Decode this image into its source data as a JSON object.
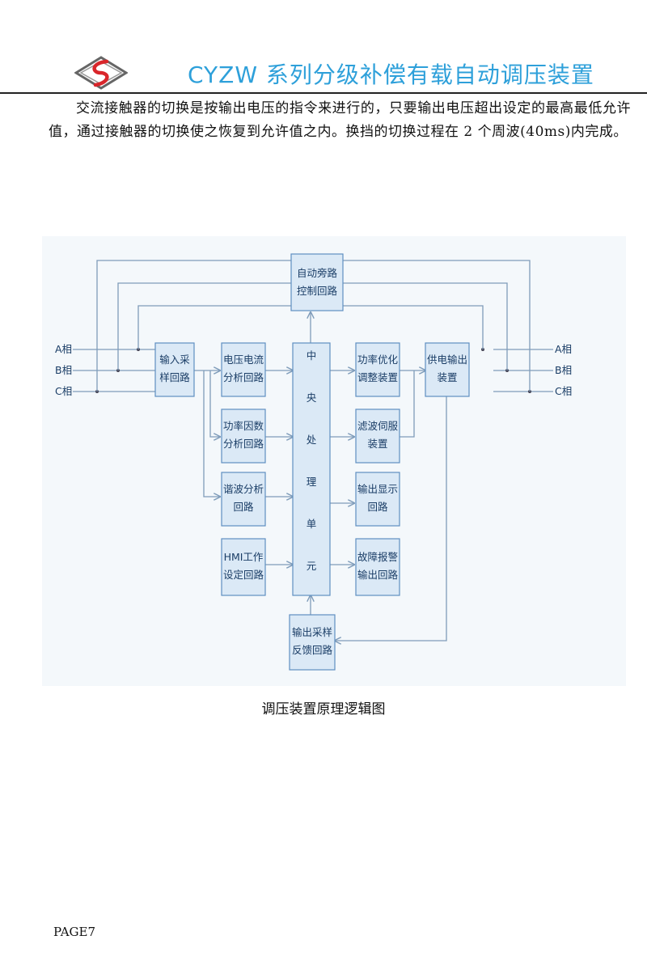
{
  "header": {
    "title": "CYZW 系列分级补偿有载自动调压装置",
    "logo_icon": "diamond-s-logo-icon",
    "accent_color": "#2ea0da",
    "logo_color": "#d9262b"
  },
  "body_text": "交流接触器的切换是按输出电压的指令来进行的，只要输出电压超出设定的最高最低允许值，通过接触器的切换使之恢复到允许值之内。换挡的切换过程在 2 个周波(40ms)内完成。",
  "diagram": {
    "inputs": [
      "A相",
      "B相",
      "C相"
    ],
    "outputs": [
      "A相",
      "B相",
      "C相"
    ],
    "blocks": {
      "bypass": [
        "自动旁路",
        "控制回路"
      ],
      "input_sampling": [
        "输入采",
        "样回路"
      ],
      "voltage_current": [
        "电压电流",
        "分析回路"
      ],
      "power_factor": [
        "功率因数",
        "分析回路"
      ],
      "harmonic": [
        "谐波分析",
        "回路"
      ],
      "hmi": [
        "HMI工作",
        "设定回路"
      ],
      "cpu": [
        "中",
        "央",
        "处",
        "理",
        "单",
        "元"
      ],
      "power_opt": [
        "功率优化",
        "调整装置"
      ],
      "filter_servo": [
        "滤波伺服",
        "装置"
      ],
      "display": [
        "输出显示",
        "回路"
      ],
      "alarm": [
        "故障报警",
        "输出回路"
      ],
      "supply_output": [
        "供电输出",
        "装置"
      ],
      "feedback": [
        "输出采样",
        "反馈回路"
      ]
    }
  },
  "caption": "调压装置原理逻辑图",
  "page_number": "PAGE7"
}
